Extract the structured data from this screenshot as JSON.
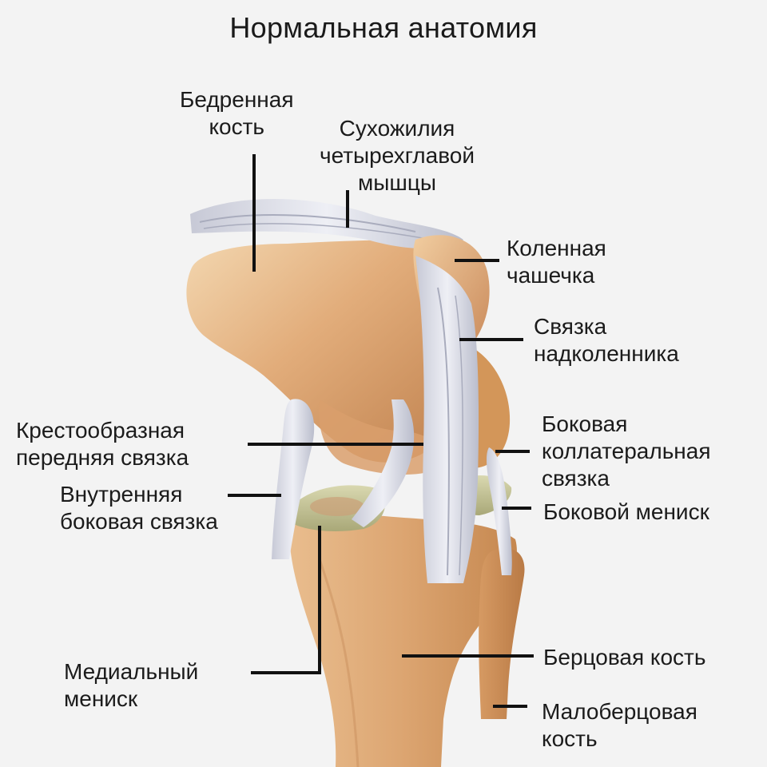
{
  "title": "Нормальная анатомия",
  "labels": {
    "femur": "Бедренная\nкость",
    "quad_tendon": "Сухожилия\nчетырехглавой\nмышцы",
    "patella": "Коленная\nчашечка",
    "patellar_ligament": "Связка\nнадколенника",
    "acl": "Крестообразная\nпередняя связка",
    "mcl": "Внутренняя\nбоковая связка",
    "lcl": "Боковая\nколлатеральная\nсвязка",
    "lateral_meniscus": "Боковой мениск",
    "medial_meniscus": "Медиальный\nмениск",
    "tibia": "Берцовая кость",
    "fibula": "Малоберцовая\nкость"
  },
  "colors": {
    "background": "#f3f3f3",
    "bone_light": "#f0cfa3",
    "bone": "#d99f6c",
    "bone_dark": "#b87745",
    "ligament": "#dfe0ea",
    "ligament_shade": "#b9bccb",
    "meniscus": "#c7c79a",
    "leader": "#111111"
  }
}
